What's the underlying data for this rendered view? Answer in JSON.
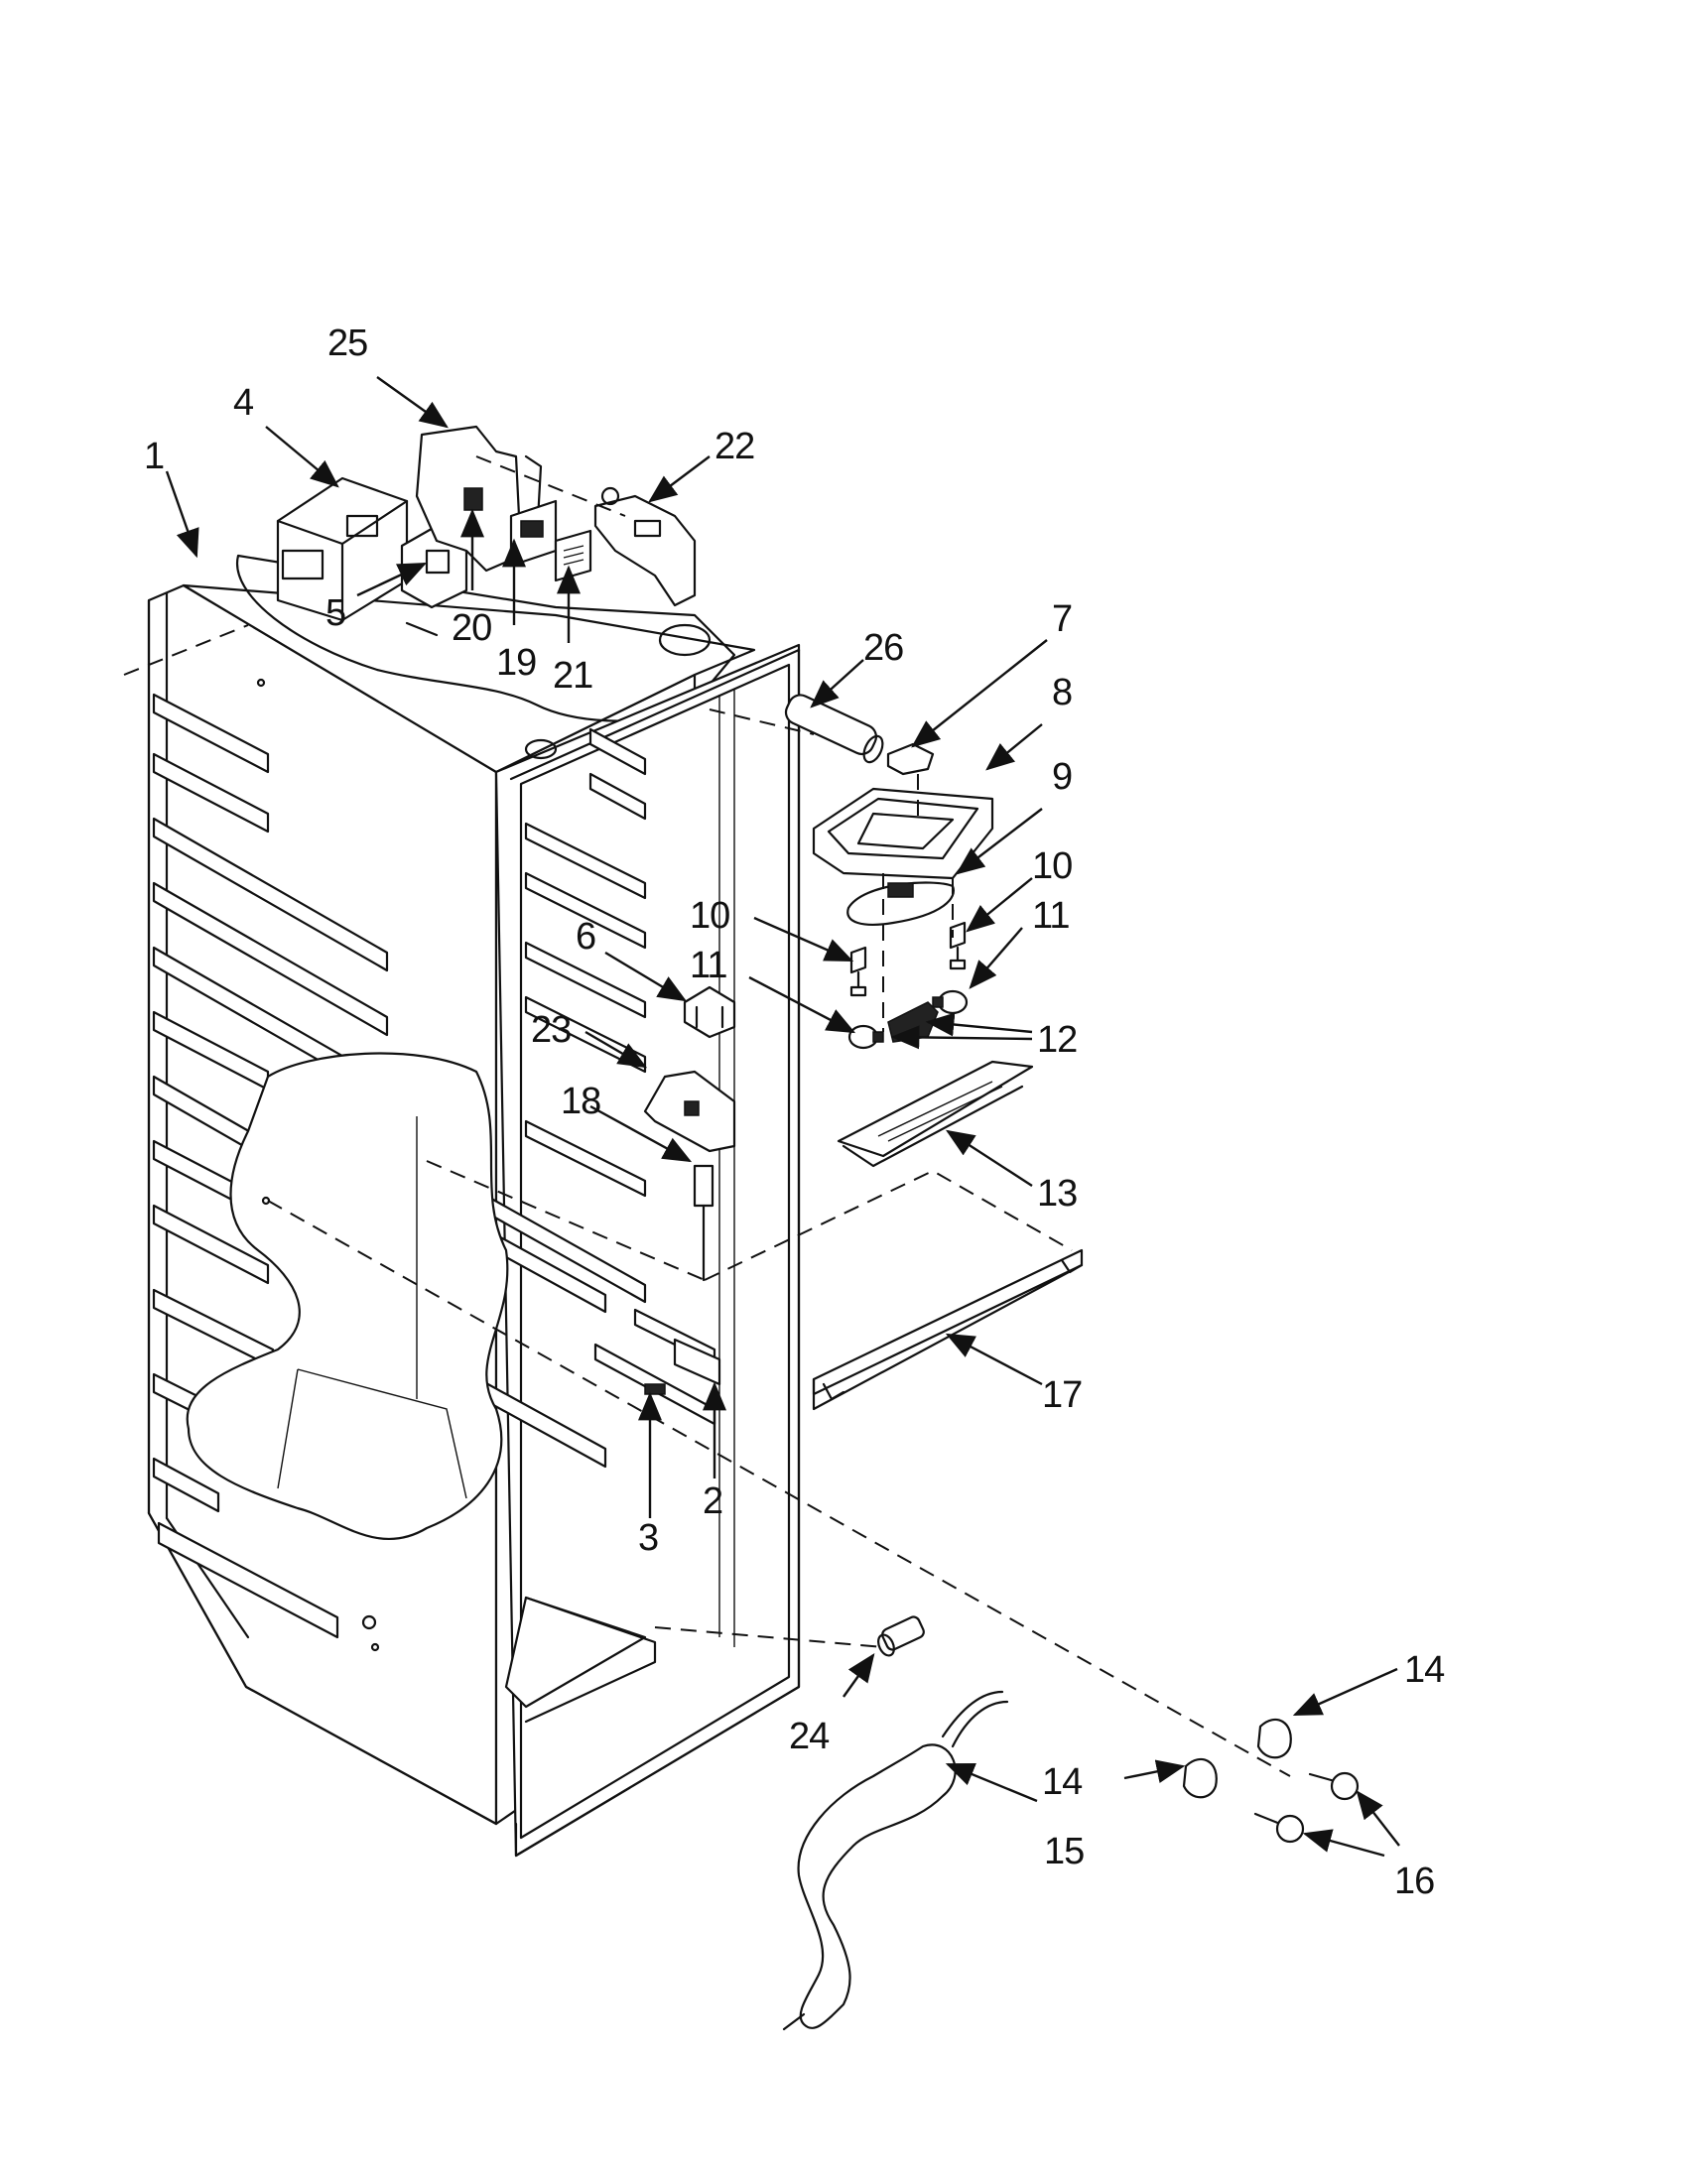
{
  "diagram": {
    "callouts": [
      {
        "id": "1",
        "text": "1"
      },
      {
        "id": "2",
        "text": "2"
      },
      {
        "id": "3",
        "text": "3"
      },
      {
        "id": "4",
        "text": "4"
      },
      {
        "id": "5",
        "text": "5"
      },
      {
        "id": "6",
        "text": "6"
      },
      {
        "id": "7",
        "text": "7"
      },
      {
        "id": "8",
        "text": "8"
      },
      {
        "id": "9",
        "text": "9"
      },
      {
        "id": "10a",
        "text": "10"
      },
      {
        "id": "10b",
        "text": "10"
      },
      {
        "id": "11a",
        "text": "11"
      },
      {
        "id": "11b",
        "text": "11"
      },
      {
        "id": "12",
        "text": "12"
      },
      {
        "id": "13",
        "text": "13"
      },
      {
        "id": "14a",
        "text": "14"
      },
      {
        "id": "14b",
        "text": "14"
      },
      {
        "id": "15",
        "text": "15"
      },
      {
        "id": "16",
        "text": "16"
      },
      {
        "id": "17",
        "text": "17"
      },
      {
        "id": "18",
        "text": "18"
      },
      {
        "id": "19",
        "text": "19"
      },
      {
        "id": "20",
        "text": "20"
      },
      {
        "id": "21",
        "text": "21"
      },
      {
        "id": "22",
        "text": "22"
      },
      {
        "id": "23",
        "text": "23"
      },
      {
        "id": "24",
        "text": "24"
      },
      {
        "id": "25",
        "text": "25"
      },
      {
        "id": "26",
        "text": "26"
      }
    ]
  }
}
